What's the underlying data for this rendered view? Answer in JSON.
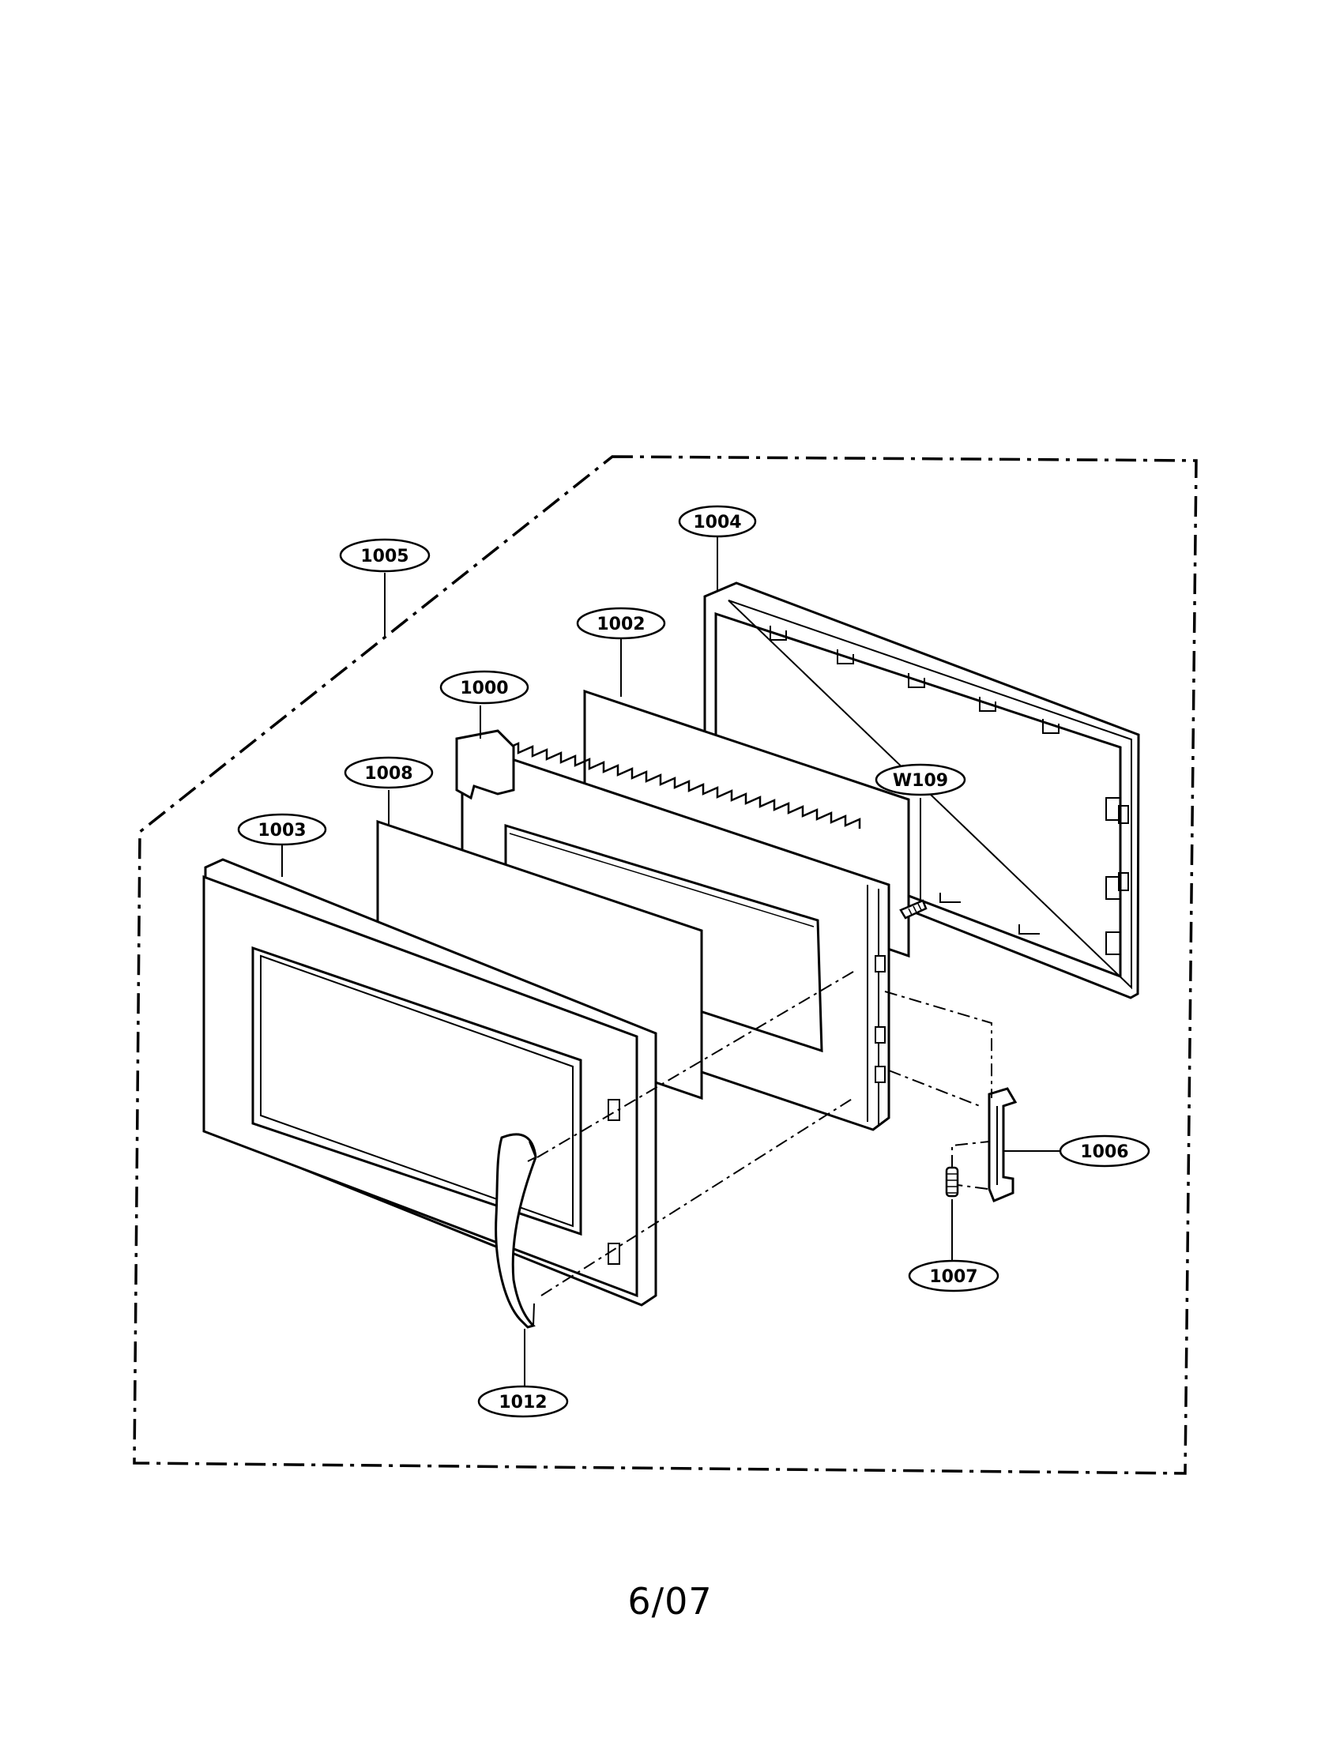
{
  "diagram": {
    "callouts": [
      {
        "id": "1005",
        "label": "1005"
      },
      {
        "id": "1004",
        "label": "1004"
      },
      {
        "id": "1002",
        "label": "1002"
      },
      {
        "id": "1000",
        "label": "1000"
      },
      {
        "id": "1008",
        "label": "1008"
      },
      {
        "id": "1003",
        "label": "1003"
      },
      {
        "id": "W109",
        "label": "W109"
      },
      {
        "id": "1006",
        "label": "1006"
      },
      {
        "id": "1007",
        "label": "1007"
      },
      {
        "id": "1012",
        "label": "1012"
      }
    ]
  },
  "footer": {
    "page_code": "6/07"
  }
}
